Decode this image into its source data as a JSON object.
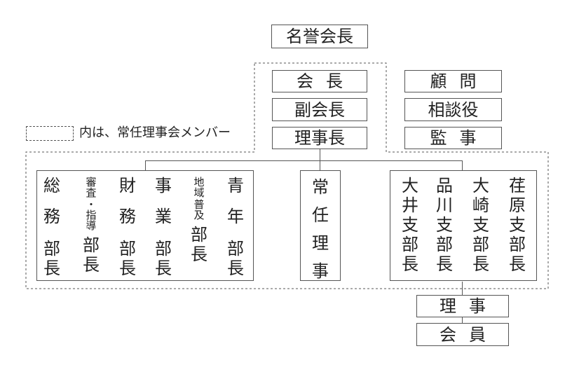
{
  "top": {
    "honorary_president": "名誉会長",
    "president": "会長",
    "vice_president": "副会長",
    "chief_director": "理事長"
  },
  "advisors": {
    "adviser": "顧問",
    "counselor": "相談役",
    "auditor": "監事"
  },
  "legend": "内は、常任理事会メンバー",
  "departments": [
    {
      "line1": "総",
      "line2": "務",
      "head": [
        "部",
        "長"
      ]
    },
    {
      "line1": "審査",
      "line2": "・指導",
      "head": [
        "部",
        "長"
      ]
    },
    {
      "line1": "財",
      "line2": "務",
      "head": [
        "部",
        "長"
      ]
    },
    {
      "line1": "事",
      "line2": "業",
      "head": [
        "部",
        "長"
      ]
    },
    {
      "line1": "地域",
      "line2": "普及",
      "head": [
        "部",
        "長"
      ]
    },
    {
      "line1": "青",
      "line2": "年",
      "head": [
        "部",
        "長"
      ]
    }
  ],
  "standing_director": [
    "常",
    "任",
    "理",
    "事"
  ],
  "branches": [
    [
      "大",
      "井",
      "支",
      "部",
      "長"
    ],
    [
      "品",
      "川",
      "支",
      "部",
      "長"
    ],
    [
      "大",
      "崎",
      "支",
      "部",
      "長"
    ],
    [
      "荏",
      "原",
      "支",
      "部",
      "長"
    ]
  ],
  "bottom": {
    "director": "理事",
    "member": "会員"
  }
}
